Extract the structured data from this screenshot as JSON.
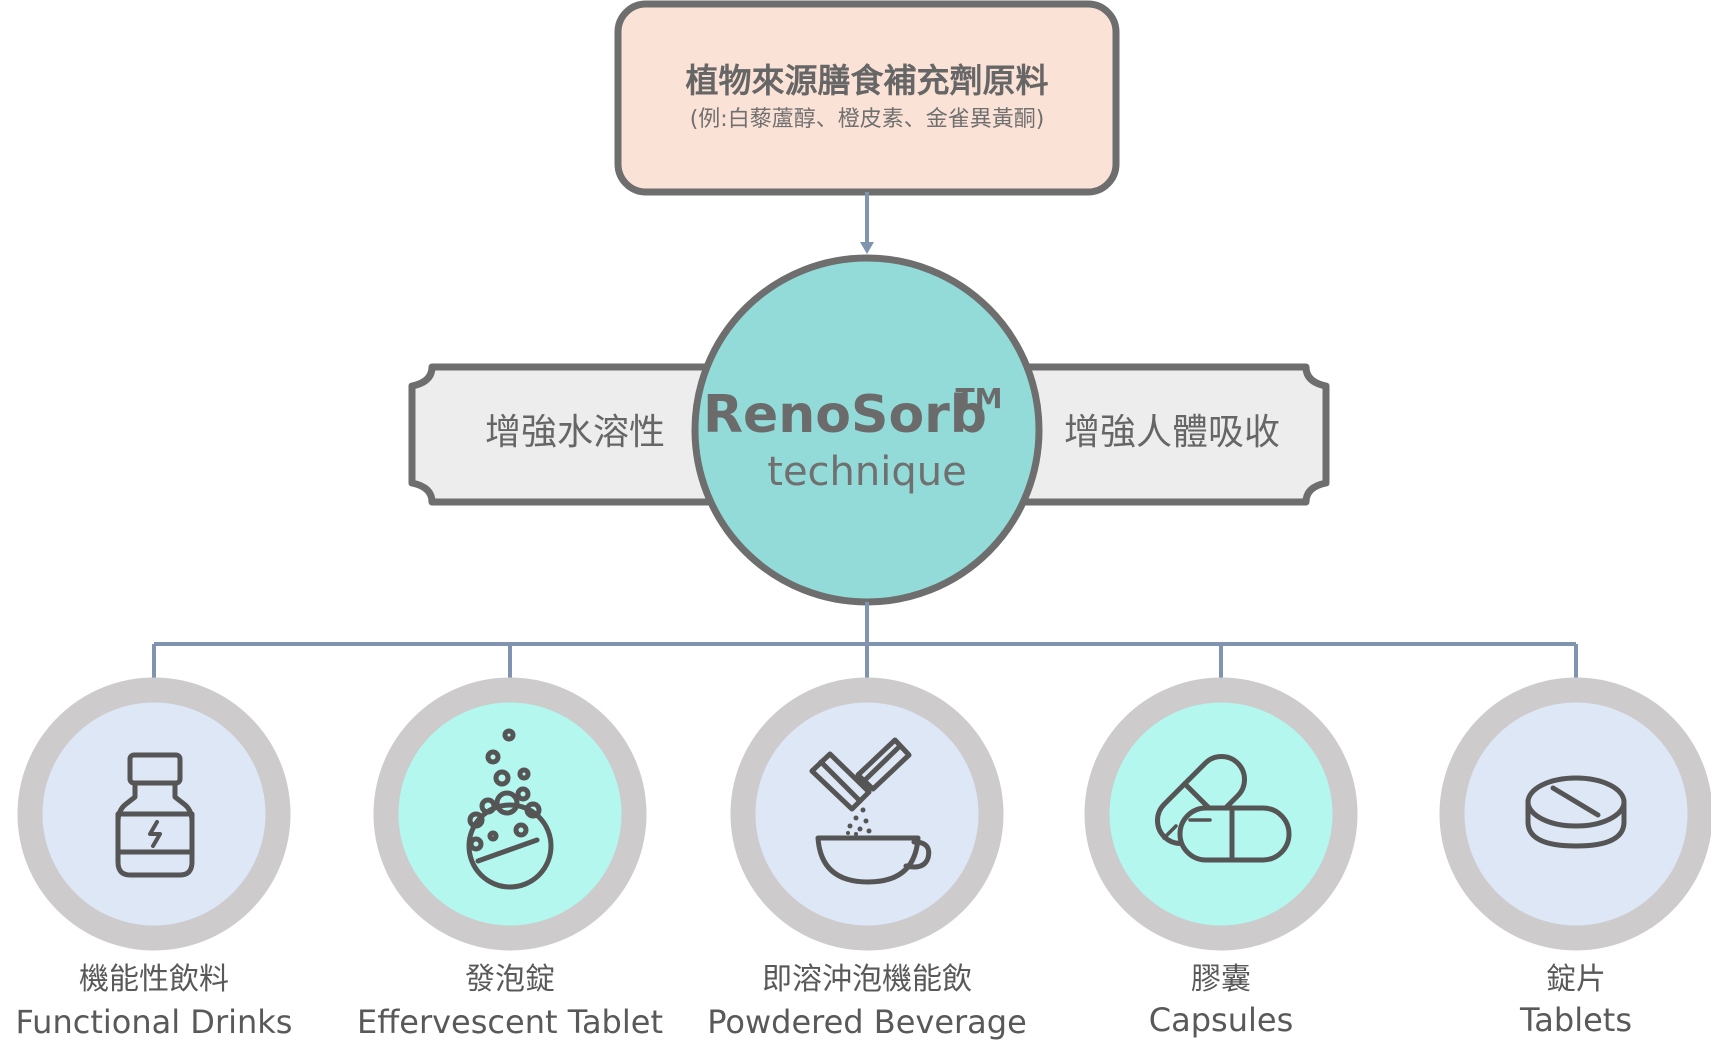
{
  "source": {
    "title": "植物來源膳食補充劑原料",
    "subtitle": "(例:白藜蘆醇、橙皮素、金雀異黃酮)"
  },
  "technique": {
    "brand": "RenoSorb",
    "trademark": "TM",
    "label": "technique",
    "benefit_left": "增強水溶性",
    "benefit_right": "增強人體吸收"
  },
  "products": [
    {
      "zh": "機能性飲料",
      "en": "Functional Drinks",
      "icon": "bottle-icon"
    },
    {
      "zh": "發泡錠",
      "en": "Effervescent Tablet",
      "icon": "effervescent-icon"
    },
    {
      "zh": "即溶沖泡機能飲",
      "en": "Powdered Beverage",
      "icon": "powder-cup-icon"
    },
    {
      "zh": "膠囊",
      "en": "Capsules",
      "icon": "capsules-icon"
    },
    {
      "zh": "錠片",
      "en": "Tablets",
      "icon": "tablet-icon"
    }
  ],
  "colors": {
    "source_fill": "#fbe2d6",
    "hub_fill": "#93dbd9",
    "banner_fill": "#ededed",
    "connector": "#8094b0",
    "ring": "#cdcbcc",
    "inner_blue": "#dde7f5",
    "inner_teal": "#b3f7ef"
  }
}
